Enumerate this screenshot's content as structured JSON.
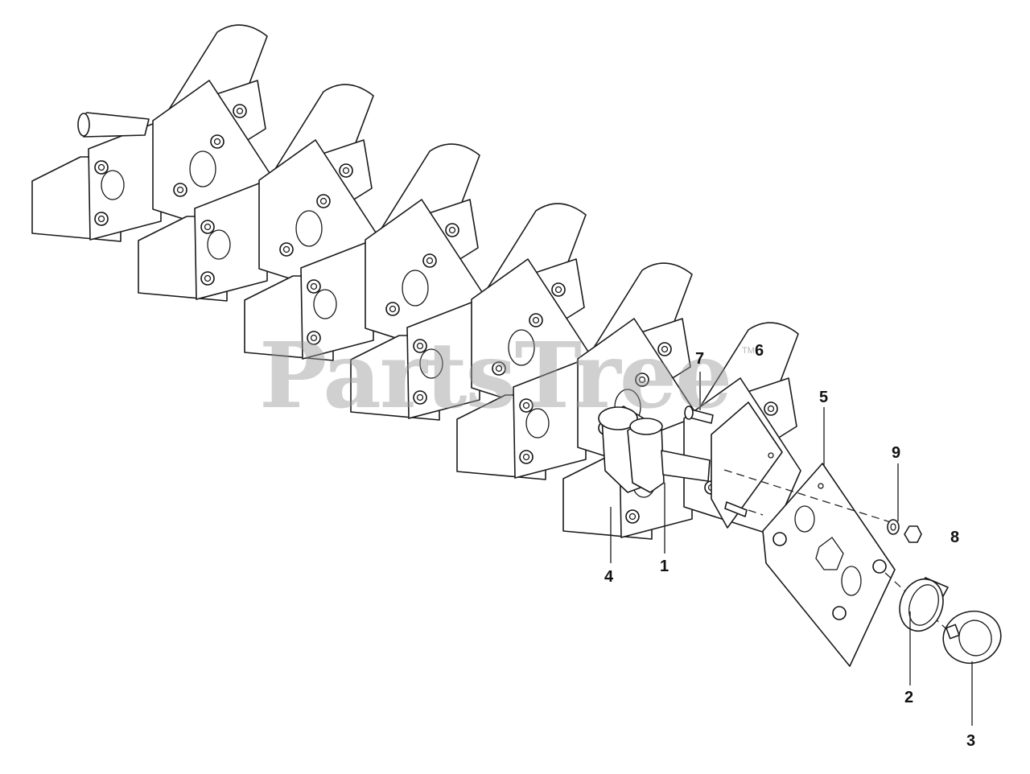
{
  "watermark": {
    "text": "PartsTree",
    "trademark": "TM"
  },
  "callouts": [
    {
      "id": "1",
      "label": "1"
    },
    {
      "id": "2",
      "label": "2"
    },
    {
      "id": "3",
      "label": "3"
    },
    {
      "id": "4",
      "label": "4"
    },
    {
      "id": "5",
      "label": "5"
    },
    {
      "id": "6",
      "label": "6"
    },
    {
      "id": "7",
      "label": "7"
    },
    {
      "id": "8",
      "label": "8"
    },
    {
      "id": "9",
      "label": "9"
    }
  ]
}
